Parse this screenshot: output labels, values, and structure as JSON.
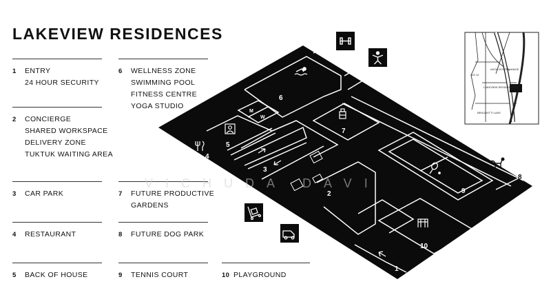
{
  "title": "LAKEVIEW RESIDENCES",
  "legend": [
    {
      "num": "1",
      "lines": [
        "ENTRY",
        "24 HOUR SECURITY"
      ]
    },
    {
      "num": "2",
      "lines": [
        "CONCIERGE",
        "SHARED WORKSPACE",
        "DELIVERY ZONE",
        "TUKTUK WAITING AREA"
      ]
    },
    {
      "num": "3",
      "lines": [
        "CAR PARK"
      ]
    },
    {
      "num": "4",
      "lines": [
        "RESTAURANT"
      ]
    },
    {
      "num": "5",
      "lines": [
        "BACK OF HOUSE"
      ]
    },
    {
      "num": "6",
      "lines": [
        "WELLNESS ZONE",
        "SWIMMING POOL",
        "FITNESS CENTRE",
        "YOGA STUDIO"
      ]
    },
    {
      "num": "7",
      "lines": [
        "FUTURE PRODUCTIVE",
        "GARDENS"
      ]
    },
    {
      "num": "8",
      "lines": [
        "FUTURE DOG PARK"
      ]
    },
    {
      "num": "9",
      "lines": [
        "TENNIS COURT"
      ]
    },
    {
      "num": "10",
      "lines": [
        "PLAYGROUND"
      ]
    }
  ],
  "plan_labels": [
    "1",
    "2",
    "3",
    "4",
    "5",
    "6",
    "7",
    "8",
    "9",
    "10"
  ],
  "restroom_labels": [
    "M",
    "W"
  ],
  "icons": [
    "dumbbell-icon",
    "yoga-icon",
    "swimmer-icon",
    "garden-icon",
    "concierge-icon",
    "restaurant-icon",
    "tennis-icon",
    "dog-icon",
    "trolley-icon",
    "tuktuk-icon",
    "playground-icon"
  ],
  "locator_map": {
    "labels": [
      "BENJAKITTI LAKE",
      "LAKEVIEW RESIDENCES",
      "ASOK INTERCHANGE",
      "SOI 12"
    ]
  },
  "watermark": "VICHUDA DAVI",
  "colors": {
    "plan_fill": "#0b0b0b",
    "line": "#ffffff",
    "text": "#111111"
  }
}
